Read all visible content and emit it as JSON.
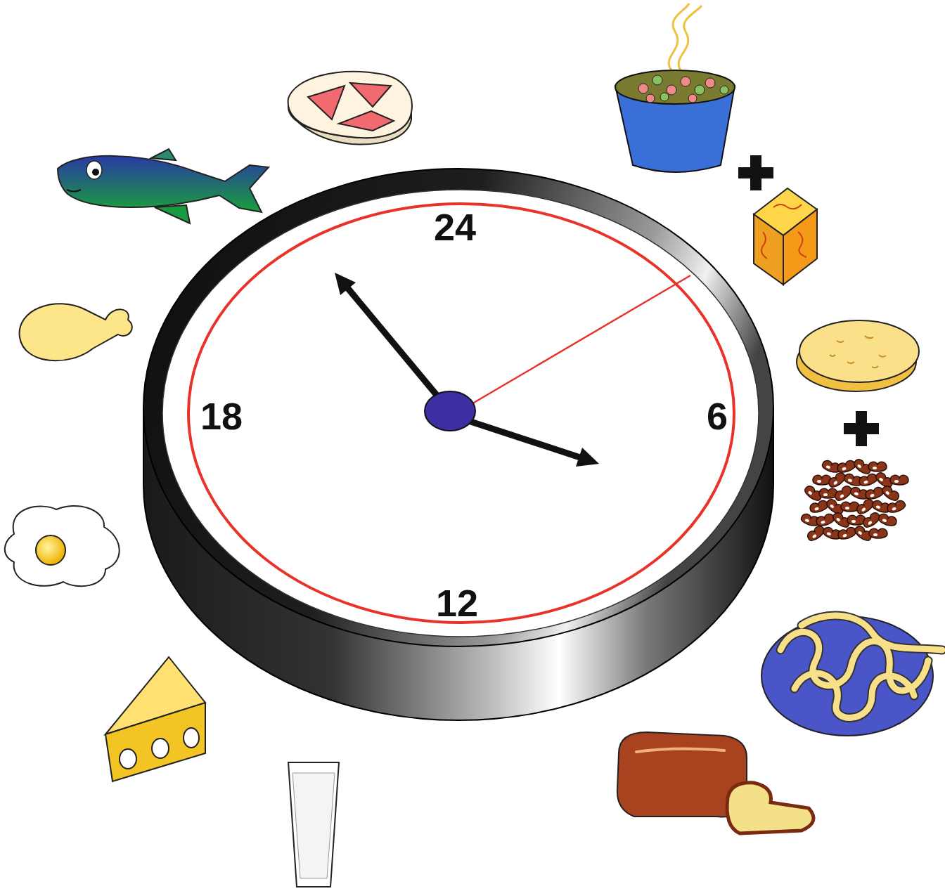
{
  "diagram": {
    "labels": [
      "24",
      "18",
      "6",
      "12"
    ]
  }
}
